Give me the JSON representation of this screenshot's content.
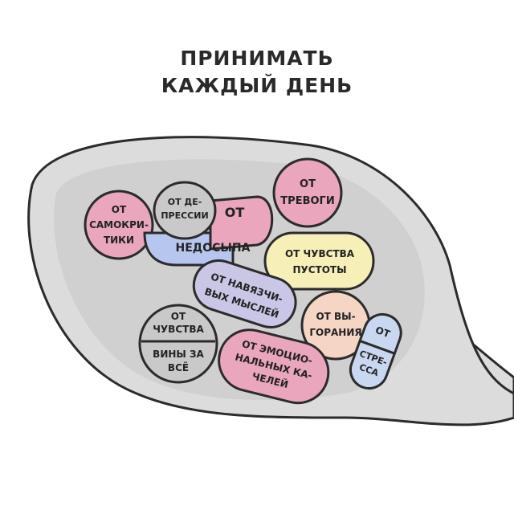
{
  "heading": {
    "line1": "ПРИНИМАТЬ",
    "line2": "КАЖДЫЙ ДЕНЬ"
  },
  "pills": {
    "samokritiki": [
      "ОТ",
      "САМОКРИ-",
      "ТИКИ"
    ],
    "depressii": [
      "ОТ ДЕ-",
      "ПРЕССИИ"
    ],
    "neadsypa_top": "ОТ",
    "neadsypa_bottom": "НЕДОСЫПА",
    "trevogi": [
      "ОТ",
      "ТРЕВОГИ"
    ],
    "pustoty": [
      "ОТ ЧУВСТВА",
      "ПУСТОТЫ"
    ],
    "navyazchivyh": [
      "ОТ НАВЯЗЧИ-",
      "ВЫХ МЫСЛЕЙ"
    ],
    "vygoraniya": [
      "ОТ ВЫ-",
      "ГОРАНИЯ"
    ],
    "vina_top": [
      "ОТ",
      "ЧУВСТВА"
    ],
    "vina_bottom": [
      "ВИНЫ ЗА",
      "ВСЁ"
    ],
    "kacheley": [
      "ОТ ЭМОЦИО-",
      "НАЛЬНЫХ КА-",
      "ЧЕЛЕЙ"
    ],
    "stressa_top": "ОТ",
    "stressa_bottom": [
      "СТРЕ-",
      "ССА"
    ]
  },
  "colors": {
    "spoon": "#dcdcdc",
    "spoon_inner": "#d0d0d0",
    "pink": "#e9a6bd",
    "grey": "#c9c9c9",
    "lavender": "#c9c6e6",
    "blue": "#b7c6ee",
    "yellow": "#f6f0b8",
    "peach": "#f5d5c4",
    "light_blue": "#c9d8f0",
    "outline": "#2b2b2b"
  }
}
